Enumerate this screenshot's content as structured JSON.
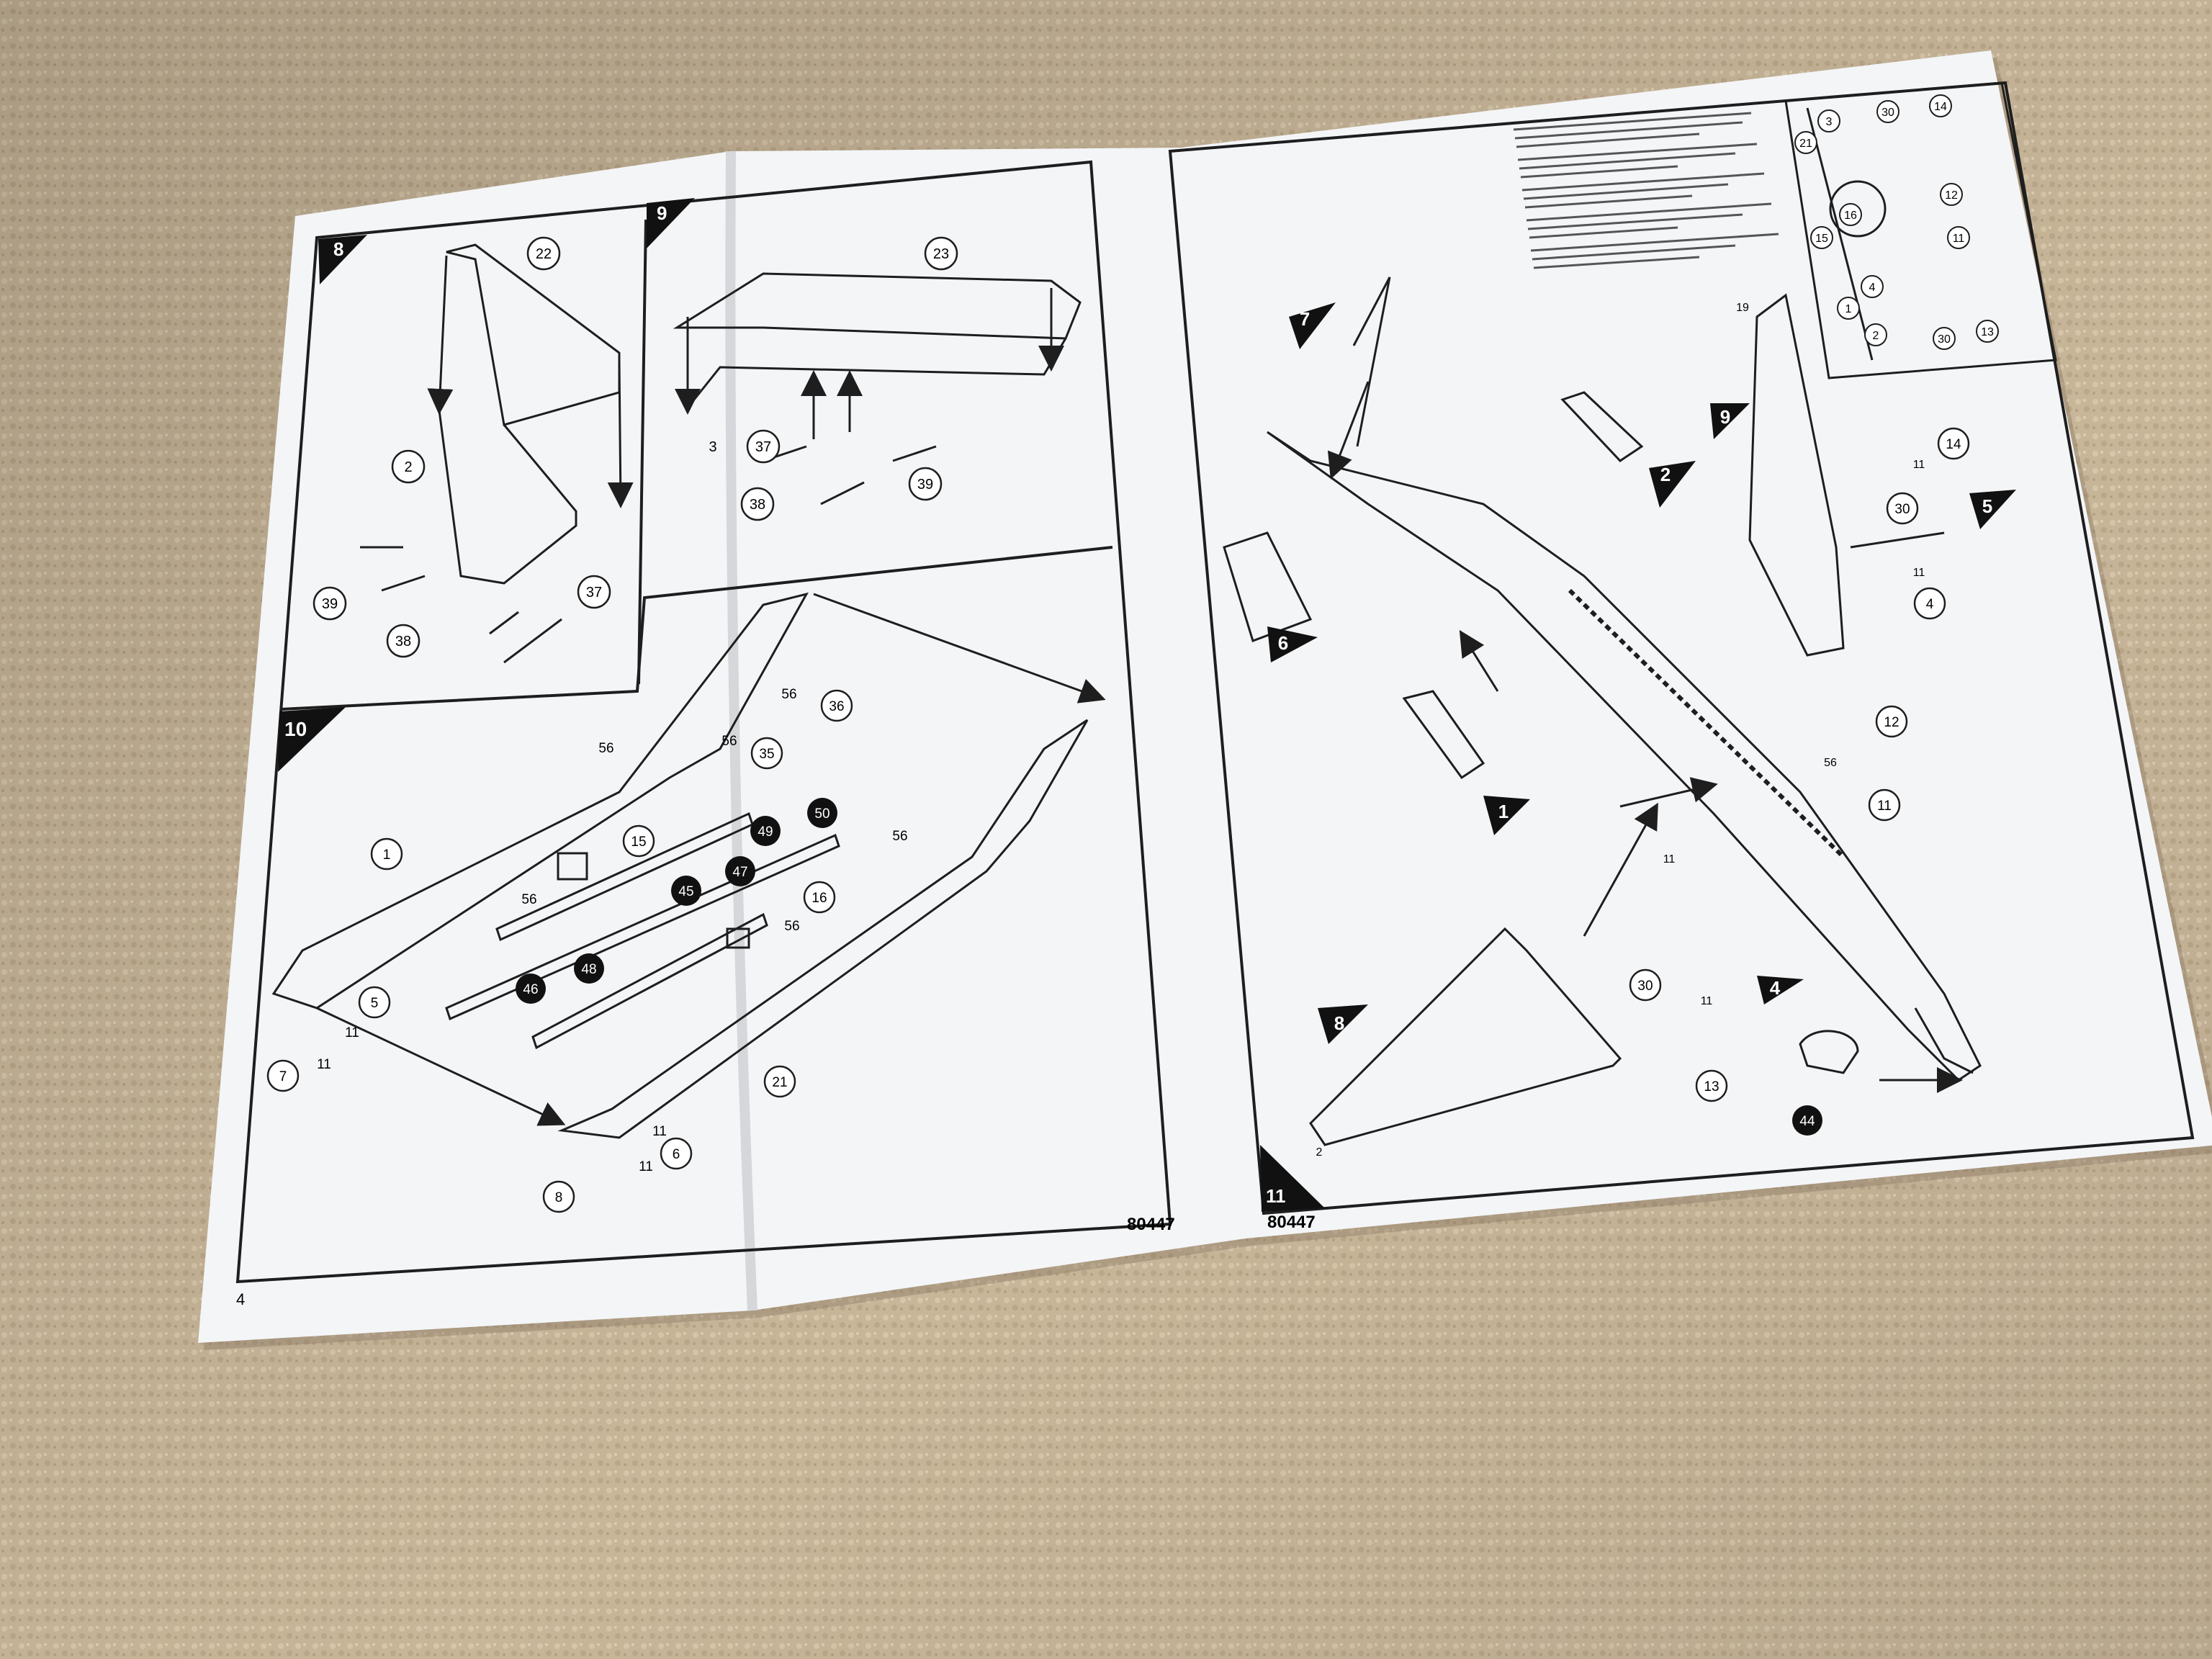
{
  "photo": {
    "carpet_color": "#c9b79a",
    "paper_color": "#f4f5f7",
    "ink_color": "#1e1e1e"
  },
  "sheet": {
    "page_number": "4",
    "left_part_number": "80447",
    "right_part_number": "80447"
  },
  "steps": {
    "step8": {
      "number": "8",
      "callouts": [
        "22",
        "2",
        "39",
        "38",
        "37"
      ]
    },
    "step9": {
      "number": "9",
      "callouts": [
        "23",
        "3",
        "37",
        "38",
        "39"
      ]
    },
    "step10": {
      "number": "10",
      "callouts": [
        "56",
        "36",
        "56",
        "35",
        "56",
        "49",
        "50",
        "15",
        "1",
        "56",
        "45",
        "47",
        "16",
        "56",
        "56",
        "48",
        "46",
        "5",
        "11",
        "7",
        "11",
        "21",
        "11",
        "6",
        "11",
        "8"
      ],
      "black_callouts": [
        "49",
        "50",
        "45",
        "47",
        "48",
        "46"
      ]
    },
    "step11": {
      "number": "11",
      "shaded_callouts": [
        "7",
        "2",
        "6",
        "1",
        "9",
        "5",
        "4",
        "8"
      ],
      "circle_callouts": [
        "14",
        "30",
        "4",
        "12",
        "11",
        "13",
        "30",
        "44"
      ],
      "small_labels": [
        "11",
        "11",
        "11",
        "56",
        "11",
        "2",
        "19"
      ],
      "inset_callouts": [
        "14",
        "30",
        "3",
        "21",
        "16",
        "15",
        "12",
        "11",
        "4",
        "1",
        "2",
        "30",
        "13"
      ]
    }
  }
}
